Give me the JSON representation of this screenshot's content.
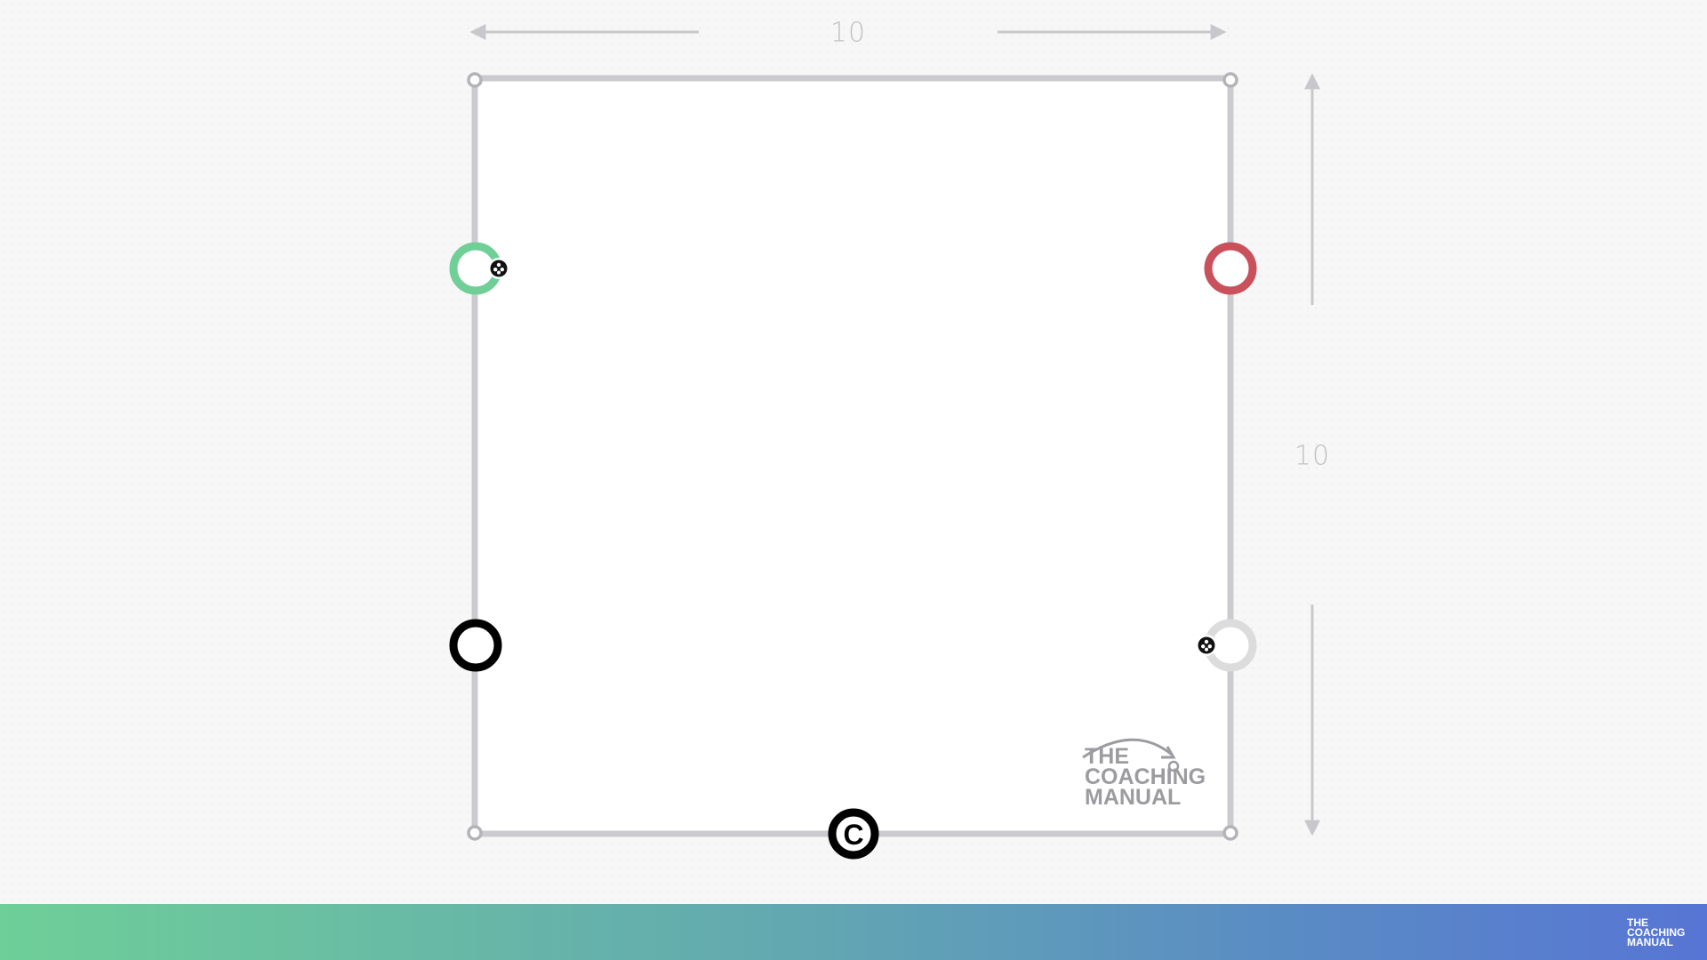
{
  "dimensions": {
    "width_label": "10",
    "height_label": "10"
  },
  "players": [
    {
      "id": "green-player",
      "color": "#6fcf97",
      "has_ball": true
    },
    {
      "id": "red-player",
      "color": "#c9515b",
      "has_ball": false
    },
    {
      "id": "black-player",
      "color": "#000000",
      "has_ball": false
    },
    {
      "id": "grey-player",
      "color": "#dcdcdc",
      "has_ball": true
    }
  ],
  "coach": {
    "symbol": "C"
  },
  "brand": {
    "line1": "THE",
    "line2": "COACHING",
    "line3": "MANUAL"
  },
  "colors": {
    "field_line": "#cbcbcf",
    "dimension_line": "#c8c8cc",
    "footer_gradient_start": "#6ecf98",
    "footer_gradient_end": "#5775d4"
  }
}
